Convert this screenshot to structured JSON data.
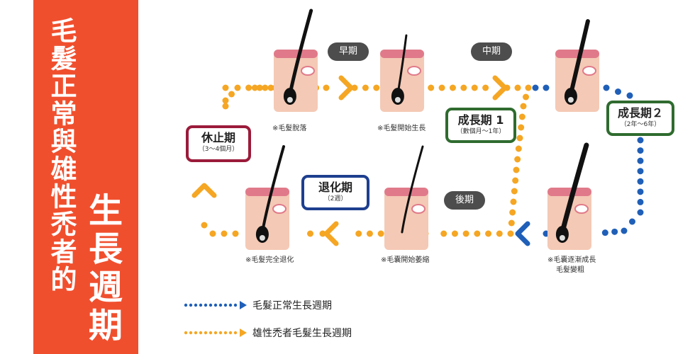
{
  "colors": {
    "banner": "#f04f2e",
    "normal_cycle": "#1f5fb8",
    "alopecia_cycle": "#f5a623",
    "growth_border": "#2f6b2f",
    "resting_border": "#9b1b3a",
    "regression_border": "#1e3f8f",
    "phase_pill": "#4d4d4d"
  },
  "title": {
    "main": "毛髮正常與雄性禿者的",
    "sub": "生長週期"
  },
  "phases": {
    "early": "早期",
    "middle": "中期",
    "late": "後期"
  },
  "stages": {
    "growth1": {
      "title": "成長期 1",
      "duration": "（數個月～1年）"
    },
    "growth2": {
      "title": "成長期２",
      "duration": "（2年～6年）"
    },
    "regression": {
      "title": "退化期",
      "duration": "（2週）"
    },
    "resting": {
      "title": "休止期",
      "duration": "（3～4個月）"
    }
  },
  "notes": {
    "shedding": "※毛髮脫落",
    "start_growth": "※毛髮開始生長",
    "follicle_grow": "※毛囊逐漸成長",
    "hair_thicken": "毛髮變粗",
    "follicle_shrink": "※毛囊開始萎縮",
    "full_regression": "※毛髮完全退化"
  },
  "legend": {
    "normal": "毛髮正常生長週期",
    "alopecia": "雄性禿者毛髮生長週期"
  }
}
